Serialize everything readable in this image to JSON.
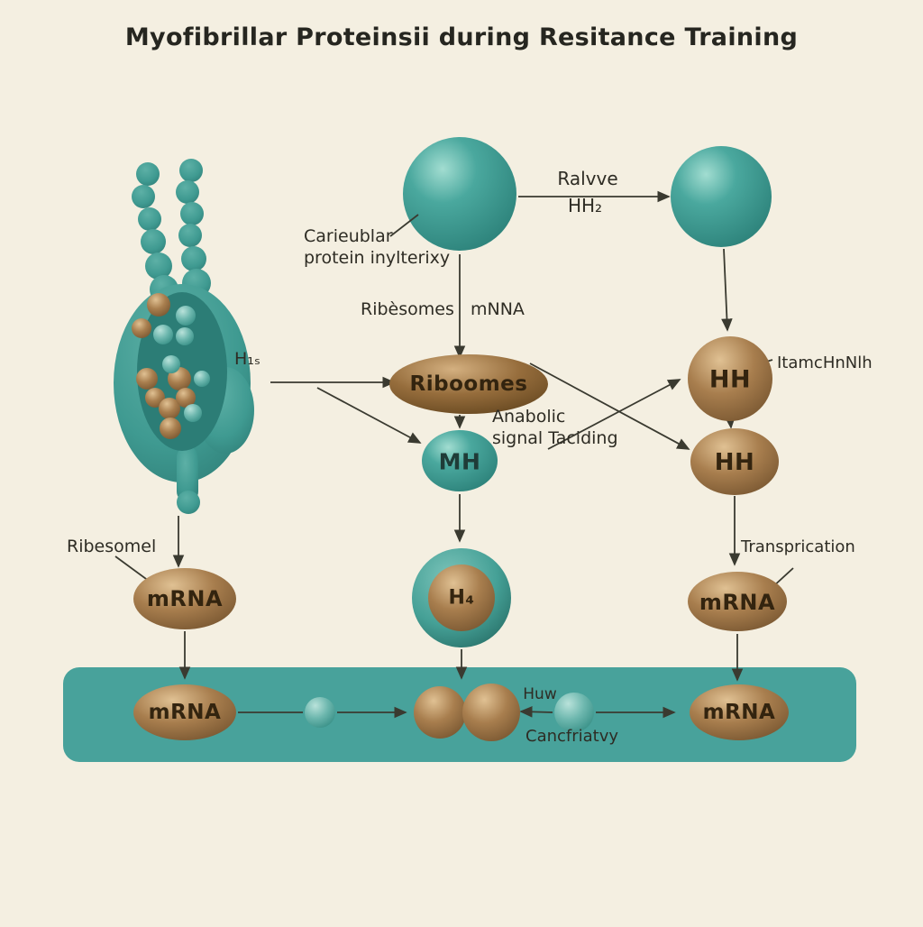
{
  "title": "Myofibrillar Proteinsii during Resitance Training",
  "colors": {
    "background": "#f4efe1",
    "teal": "#3f9d94",
    "brown": "#9b7445",
    "band": "#48a29b",
    "arrow": "#3a3a30"
  },
  "annotations": {
    "ralvve": "Ralvve",
    "hh2": "HH₂",
    "cell_note_1": "Carieublar",
    "cell_note_2": "protein inylterixy",
    "ribesomes": "Ribèsomes",
    "mnna": "mNNA",
    "h1s": "H₁ₛ",
    "anabolic_1": "Anabolic",
    "anabolic_2": "signal Taciding",
    "itamchnnlh": "ItamcHnNlh",
    "transprication": "Transprication",
    "ribesomel": "Ribesomel",
    "huw": "Huw",
    "cancfriatvy": "Cancfriatvy"
  },
  "nodes": {
    "riboomes": "Riboomes",
    "mh": "MH",
    "hh_sphere": "HH",
    "hh_oval": "HH",
    "donut": "H₄",
    "mrna_left": "mRNA",
    "mrna_right": "mRNA",
    "band_mrna_left": "mRNA",
    "band_mrna_right": "mRNA"
  }
}
